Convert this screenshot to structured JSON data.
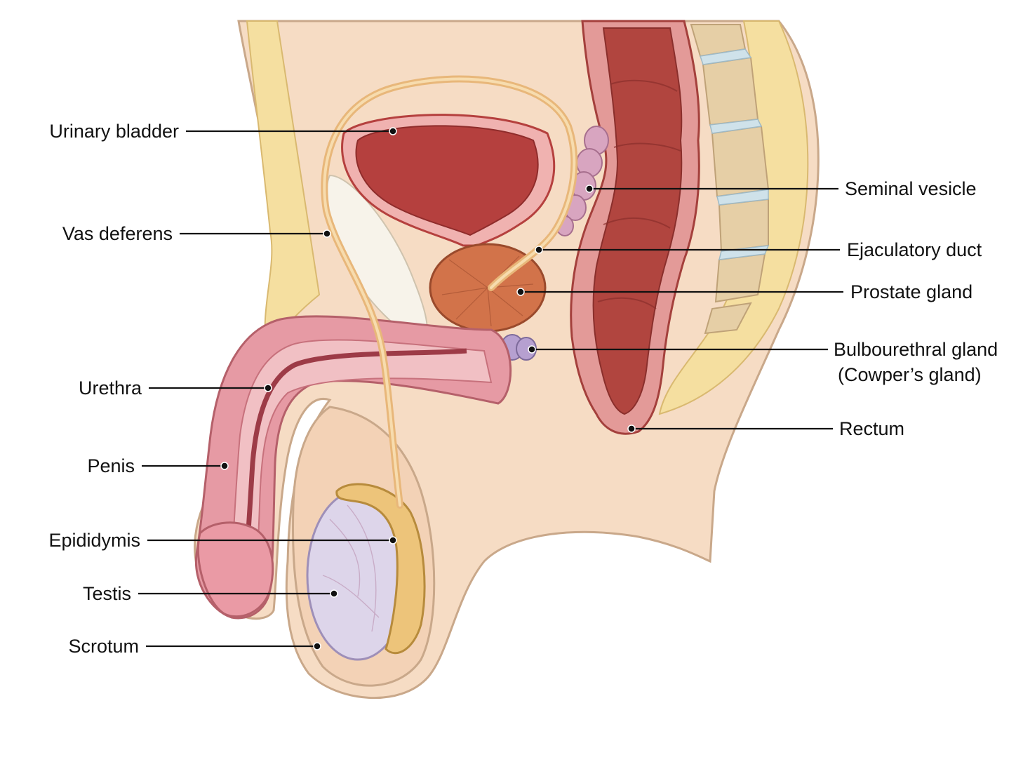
{
  "labels": {
    "urinary_bladder": "Urinary bladder",
    "vas_deferens": "Vas deferens",
    "urethra": "Urethra",
    "penis": "Penis",
    "epididymis": "Epididymis",
    "testis": "Testis",
    "scrotum": "Scrotum",
    "seminal_vesicle": "Seminal vesicle",
    "ejaculatory_duct": "Ejaculatory duct",
    "prostate_gland": "Prostate gland",
    "bulbourethral_gland_line1": "Bulbourethral gland",
    "bulbourethral_gland_line2": "(Cowper’s gland)",
    "rectum": "Rectum"
  },
  "colors": {
    "skin": "#f6dcc4",
    "skin_outline": "#c9a88a",
    "fat": "#f5dfa0",
    "bladder": "#b5403e",
    "prostate": "#d2734a",
    "seminal_vesicle": "#d8a5c0",
    "bulbourethral": "#b6a0d0",
    "testis": "#ddd5ea",
    "epididymis": "#edc47a",
    "rectum": "#b1453f",
    "erectile": "#e69aa4",
    "vas": "#e8b77a",
    "vertebra": "#e6cfa6"
  }
}
